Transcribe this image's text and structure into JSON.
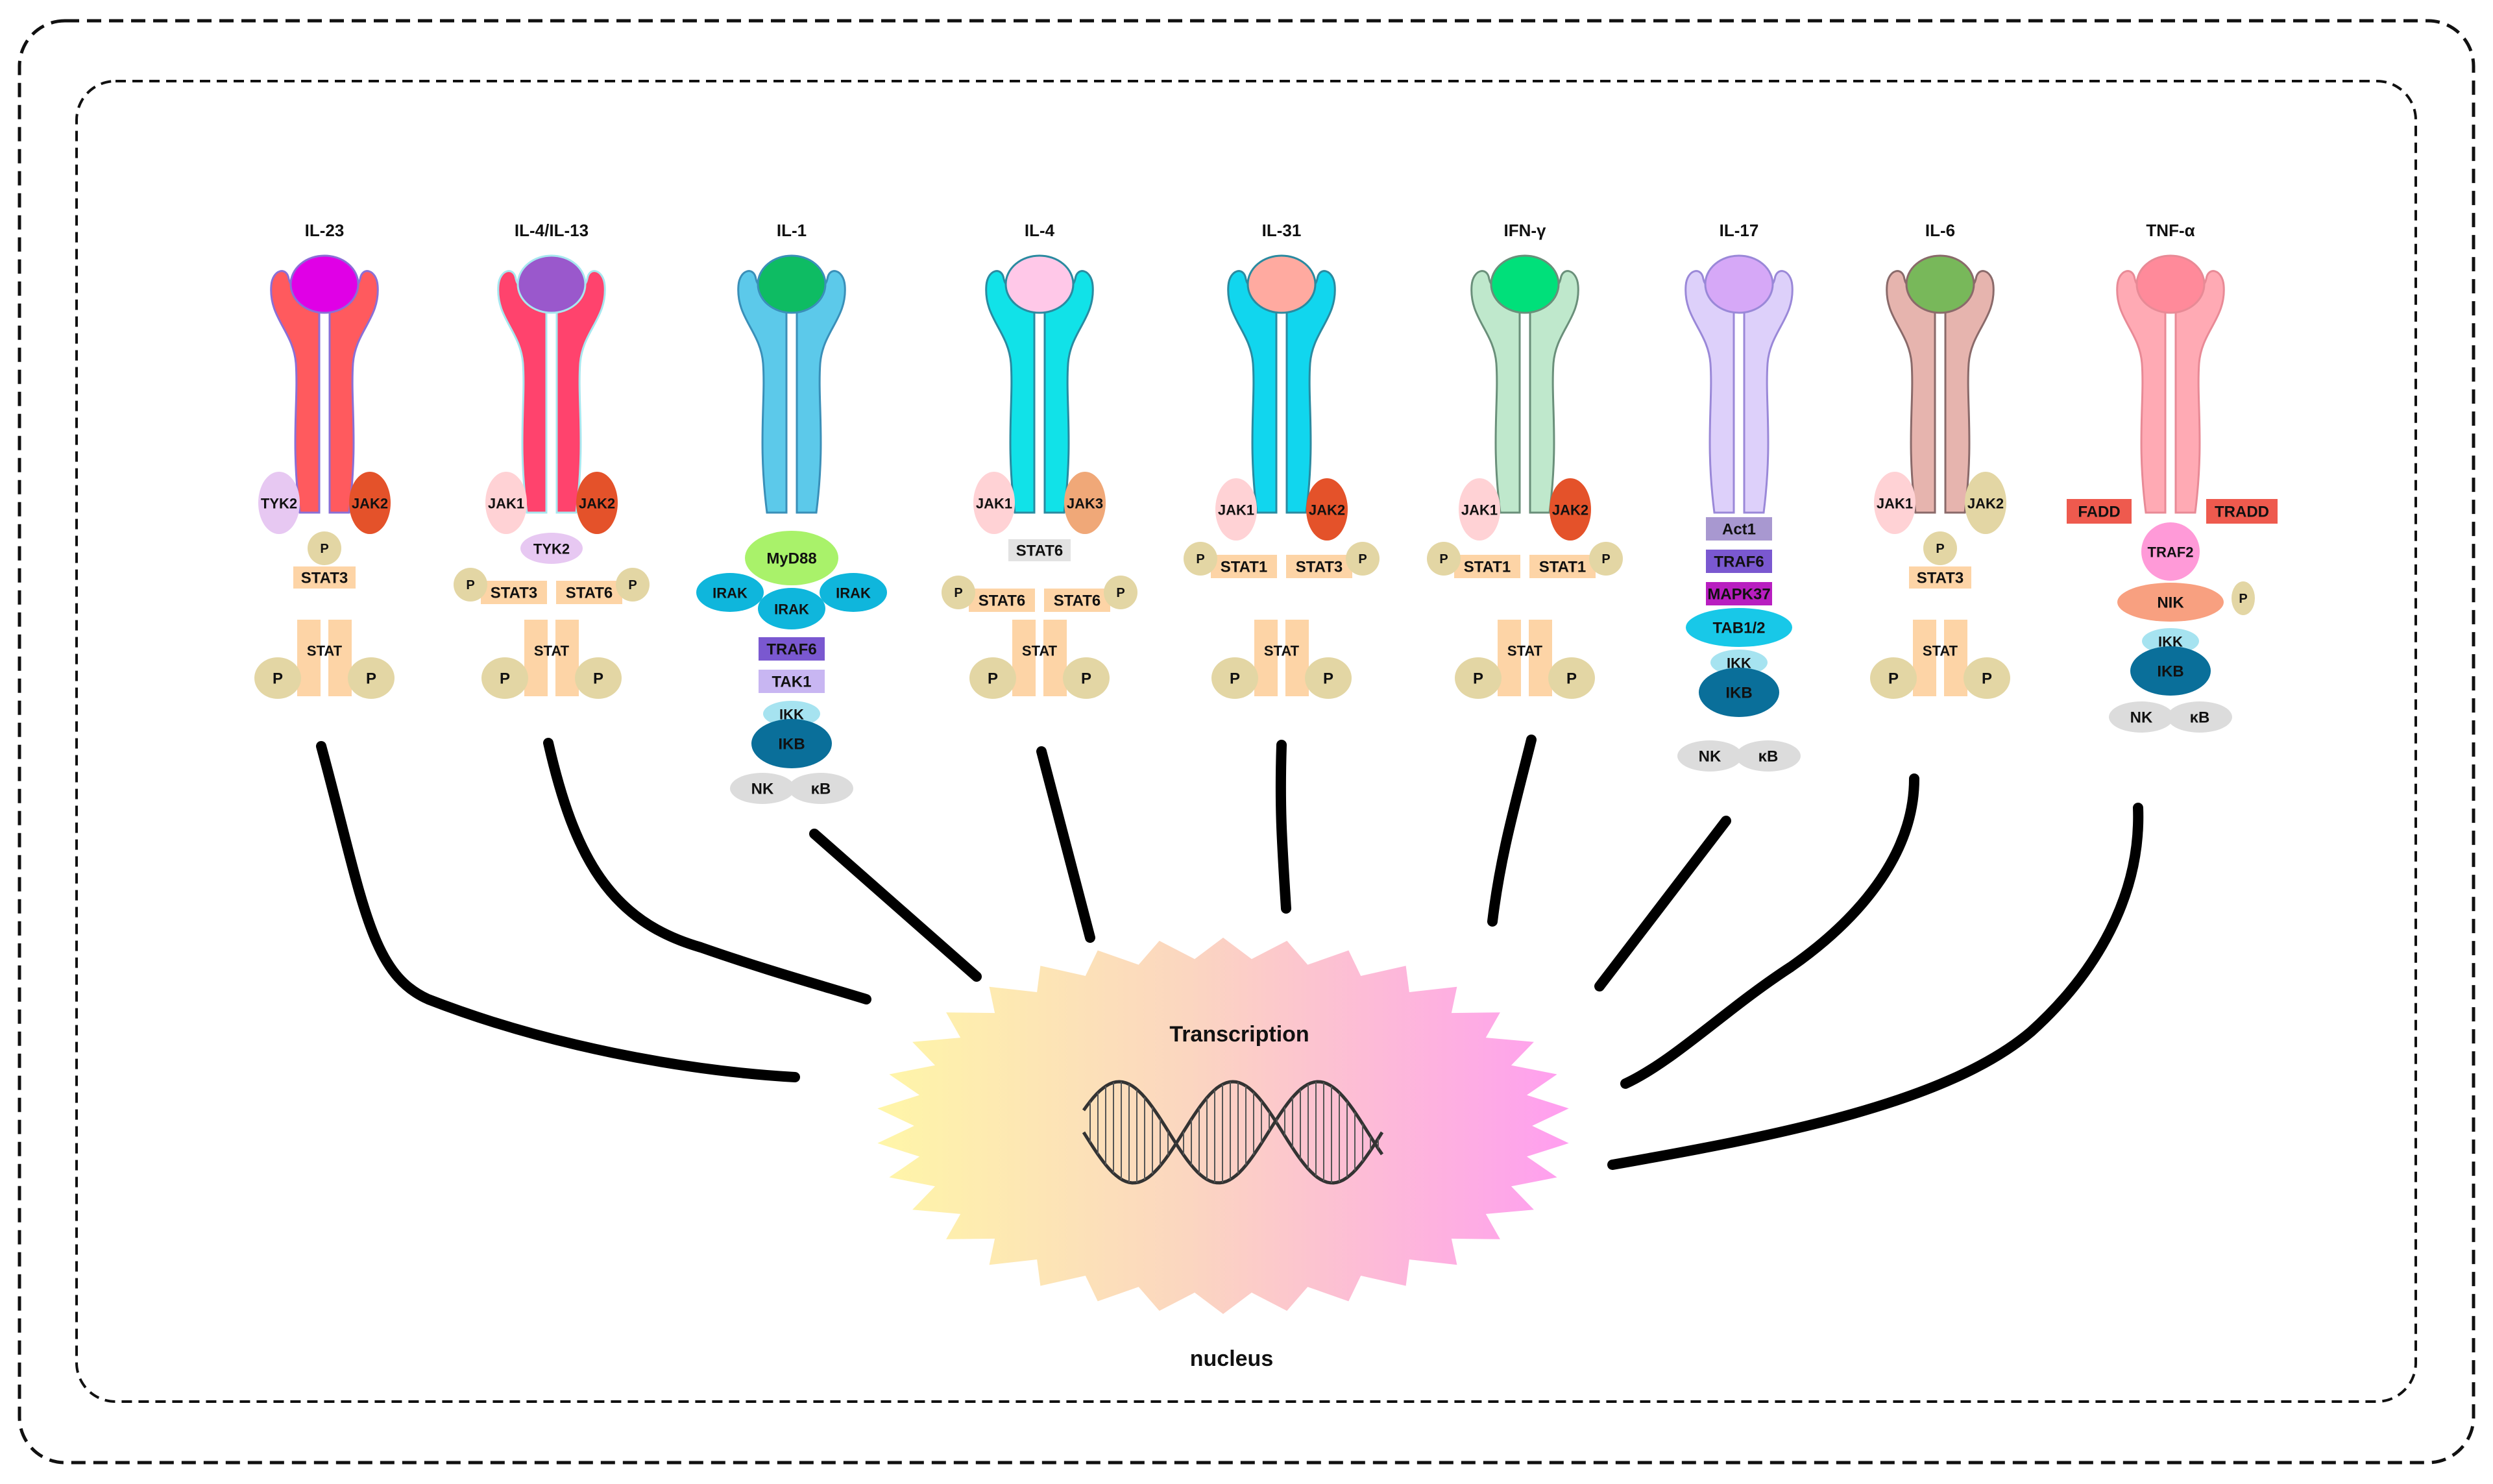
{
  "nucleus": {
    "label": "nucleus",
    "transcription": "Transcription"
  },
  "pathways": [
    {
      "id": "il23",
      "title": "IL-23",
      "colors": {
        "receptor": "#ff5a5e",
        "edge": "#8a6fd6",
        "ligand": "#e000e6"
      },
      "kinases": [
        {
          "text": "TYK2",
          "color": "#e7c8f2"
        },
        {
          "text": "JAK2",
          "color": "#e4522a"
        }
      ],
      "steps": [
        {
          "text": "P",
          "color": "#e3d6a4"
        },
        {
          "text": "STAT3",
          "color": "#fdd4a6"
        }
      ],
      "dimer": {
        "text": "STAT",
        "p": "P"
      }
    },
    {
      "id": "il4il13",
      "title": "IL-4/IL-13",
      "colors": {
        "receptor": "#ff436d",
        "edge": "#a7e7ef",
        "ligand": "#9a58cc"
      },
      "kinases": [
        {
          "text": "JAK1",
          "color": "#ffd2d5"
        },
        {
          "text": "JAK2",
          "color": "#e4522a"
        }
      ],
      "steps": [
        {
          "text": "TYK2",
          "color": "#e7c8f2"
        }
      ],
      "pair": {
        "left": "STAT3",
        "right": "STAT6",
        "p": "P"
      },
      "dimer": {
        "text": "STAT",
        "p": "P"
      }
    },
    {
      "id": "il1",
      "title": "IL-1",
      "colors": {
        "receptor": "#5cc9ea",
        "edge": "#3a8fb8",
        "ligand": "#0ebc63"
      },
      "steps": [
        {
          "text": "MyD88",
          "color": "#a9f26a"
        },
        {
          "text": "IRAK",
          "color": "#0fb6dc"
        },
        {
          "text": "TRAF6",
          "color": "#7a58d0"
        },
        {
          "text": "TAK1",
          "color": "#c8b6f2"
        },
        {
          "text": "IKK",
          "color": "#a6e3f0"
        },
        {
          "text": "IKB",
          "color": "#0a6f9a"
        }
      ],
      "nfkb": {
        "left": "NK",
        "right": "κB"
      }
    },
    {
      "id": "il4",
      "title": "IL-4",
      "colors": {
        "receptor": "#11e2e8",
        "edge": "#2a8aa0",
        "ligand": "#ffc8e8"
      },
      "kinases": [
        {
          "text": "JAK1",
          "color": "#ffd2d5"
        },
        {
          "text": "JAK3",
          "color": "#f0a878"
        }
      ],
      "steps": [
        {
          "text": "STAT6",
          "color": "#e2e2e2"
        }
      ],
      "pair": {
        "left": "STAT6",
        "right": "STAT6",
        "p": "P"
      },
      "dimer": {
        "text": "STAT",
        "p": "P"
      }
    },
    {
      "id": "il31",
      "title": "IL-31",
      "colors": {
        "receptor": "#11d6ee",
        "edge": "#2a8aa0",
        "ligand": "#ffaaa0"
      },
      "kinases": [
        {
          "text": "JAK1",
          "color": "#ffd2d5"
        },
        {
          "text": "JAK2",
          "color": "#e4522a"
        }
      ],
      "pair": {
        "left": "STAT1",
        "right": "STAT3",
        "p": "P"
      },
      "dimer": {
        "text": "STAT",
        "p": "P"
      }
    },
    {
      "id": "ifng",
      "title": "IFN-γ",
      "colors": {
        "receptor": "#bfe8cc",
        "edge": "#6a8f7a",
        "ligand": "#00e07a"
      },
      "kinases": [
        {
          "text": "JAK1",
          "color": "#ffd2d5"
        },
        {
          "text": "JAK2",
          "color": "#e4522a"
        }
      ],
      "pair": {
        "left": "STAT1",
        "right": "STAT1",
        "p": "P"
      },
      "dimer": {
        "text": "STAT",
        "p": "P"
      }
    },
    {
      "id": "il17",
      "title": "IL-17",
      "colors": {
        "receptor": "#ddd0fa",
        "edge": "#9a88d8",
        "ligand": "#d6a8f7"
      },
      "steps": [
        {
          "text": "Act1",
          "color": "#a898d0"
        },
        {
          "text": "TRAF6",
          "color": "#7a58d0"
        },
        {
          "text": "MAPK37",
          "color": "#b81ec0"
        },
        {
          "text": "TAB1/2",
          "color": "#18c8e8"
        },
        {
          "text": "IKK",
          "color": "#a6e3f0"
        },
        {
          "text": "IKB",
          "color": "#0a6f9a"
        }
      ],
      "nfkb": {
        "left": "NK",
        "right": "κB"
      }
    },
    {
      "id": "il6",
      "title": "IL-6",
      "colors": {
        "receptor": "#e6b4ae",
        "edge": "#8a6a6a",
        "ligand": "#78b85a"
      },
      "kinases": [
        {
          "text": "JAK1",
          "color": "#ffd2d5"
        },
        {
          "text": "JAK2",
          "color": "#e3d6a4"
        }
      ],
      "steps": [
        {
          "text": "P",
          "color": "#e3d6a4"
        },
        {
          "text": "STAT3",
          "color": "#fdd4a6"
        }
      ],
      "dimer": {
        "text": "STAT",
        "p": "P"
      }
    },
    {
      "id": "tnfa",
      "title": "TNF-α",
      "colors": {
        "receptor": "#ffaab4",
        "edge": "#e88a96",
        "ligand": "#ff8a9a"
      },
      "adaptors": [
        {
          "text": "FADD",
          "color": "#ee5a4e"
        },
        {
          "text": "TRADD",
          "color": "#ee5a4e"
        }
      ],
      "steps": [
        {
          "text": "TRAF2",
          "color": "#ff9ad8"
        },
        {
          "text": "NIK",
          "color": "#f8a080"
        },
        {
          "text": "P",
          "color": "#e3d6a4"
        },
        {
          "text": "IKK",
          "color": "#a6e3f0"
        },
        {
          "text": "IKB",
          "color": "#0a6f9a"
        }
      ],
      "nfkb": {
        "left": "NK",
        "right": "κB"
      }
    }
  ]
}
